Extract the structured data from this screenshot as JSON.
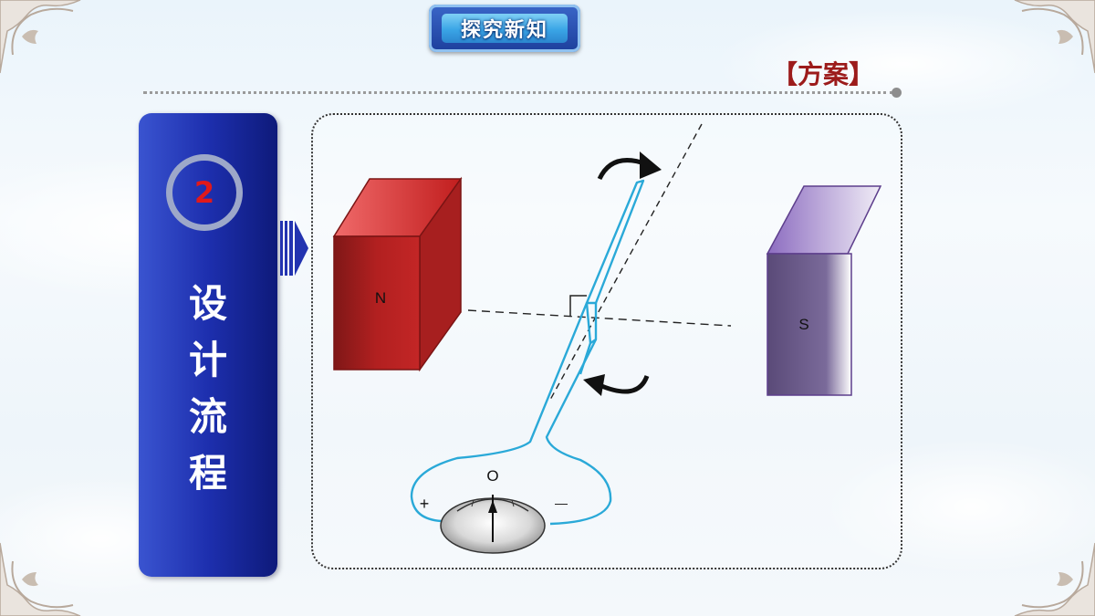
{
  "header": {
    "title": "探究新知",
    "section_label": "【方案】"
  },
  "side_panel": {
    "step_number": "2",
    "heading_chars": [
      "设",
      "计",
      "流",
      "程"
    ]
  },
  "diagram": {
    "magnet_left_label": "N",
    "magnet_right_label": "S",
    "meter_zero_label": "O",
    "meter_plus_label": "+",
    "meter_minus_label": "—"
  },
  "colors": {
    "panel_blue": "#1d2fae",
    "magnet_red": "#b01b1b",
    "magnet_purple": "#8a6bb8",
    "wire_cyan": "#2aa9d8",
    "accent_red": "#9c1b1b"
  }
}
